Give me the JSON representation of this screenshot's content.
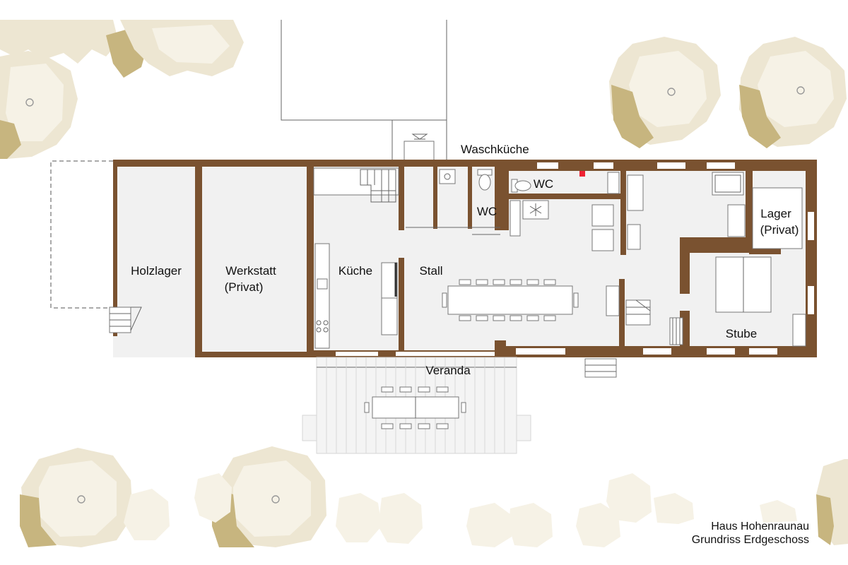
{
  "colors": {
    "wall": "#7a5230",
    "floor": "#f1f1f1",
    "tree_light": "#f6f2e6",
    "tree_mid": "#ede6d2",
    "tree_dark": "#c7b57f"
  },
  "rooms": {
    "holzlager": "Holzlager",
    "werkstatt_line1": "Werkstatt",
    "werkstatt_line2": "(Privat)",
    "kueche": "Küche",
    "stall": "Stall",
    "waschkueche": "Waschküche",
    "wc_upper": "WC",
    "wc_lower": "WC",
    "lager_line1": "Lager",
    "lager_line2": "(Privat)",
    "stube": "Stube",
    "veranda": "Veranda"
  },
  "title_block": {
    "line1": "Haus Hohenraunau",
    "line2": "Grundriss Erdgeschoss"
  },
  "icons": [
    "tree-icon",
    "stair-icon",
    "table-icon",
    "chair-icon",
    "bed-icon",
    "sink-icon",
    "toilet-icon",
    "stove-icon",
    "bathtub-icon"
  ]
}
